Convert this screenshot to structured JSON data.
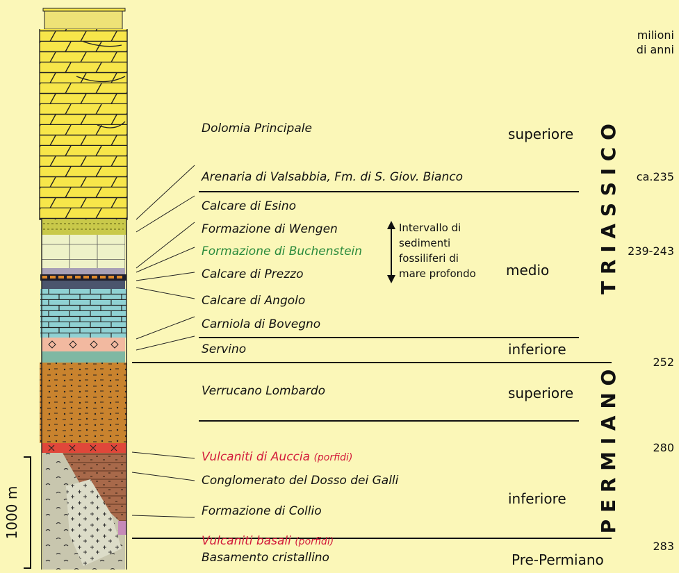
{
  "units": {
    "label": "milioni di anni"
  },
  "scale": {
    "label": "1000 m"
  },
  "formations": [
    {
      "name": "Dolomia Principale",
      "color": "#111111"
    },
    {
      "name": "Arenaria di Valsabbia, Fm. di S. Giov. Bianco",
      "color": "#111111"
    },
    {
      "name": "Calcare di Esino",
      "color": "#111111"
    },
    {
      "name": "Formazione di Wengen",
      "color": "#111111"
    },
    {
      "name": "Formazione di Buchenstein",
      "color": "#2a8a3c"
    },
    {
      "name": "Calcare di Prezzo",
      "color": "#111111"
    },
    {
      "name": "Calcare di Angolo",
      "color": "#111111"
    },
    {
      "name": "Carniola di Bovegno",
      "color": "#111111"
    },
    {
      "name": "Servino",
      "color": "#111111"
    },
    {
      "name": "Verrucano Lombardo",
      "color": "#111111"
    },
    {
      "name": "Vulcaniti di Auccia",
      "suffix": "(porfidi)",
      "color": "#d21a3b"
    },
    {
      "name": "Conglomerato del Dosso dei Galli",
      "color": "#111111"
    },
    {
      "name": "Formazione di Collio",
      "color": "#111111"
    },
    {
      "name": "Vulcaniti basali",
      "suffix": "(porfidi)",
      "color": "#d21a3b"
    },
    {
      "name": "Basamento cristallino",
      "color": "#111111"
    }
  ],
  "note": {
    "lines": [
      "Intervallo di",
      "sedimenti",
      "fossiliferi di",
      "mare profondo"
    ]
  },
  "stages": [
    "superiore",
    "medio",
    "inferiore",
    "superiore",
    "inferiore",
    "Pre-Permiano"
  ],
  "periods": [
    "T R I A S S I C O",
    "P E R M I A N O"
  ],
  "ages": [
    {
      "label": "ca.235",
      "color": "#111111"
    },
    {
      "label": "239-243",
      "color": "#2a8a3c"
    },
    {
      "label": "252",
      "color": "#111111"
    },
    {
      "label": "280",
      "color": "#d21a3b"
    },
    {
      "label": "283",
      "color": "#d21a3b"
    }
  ]
}
